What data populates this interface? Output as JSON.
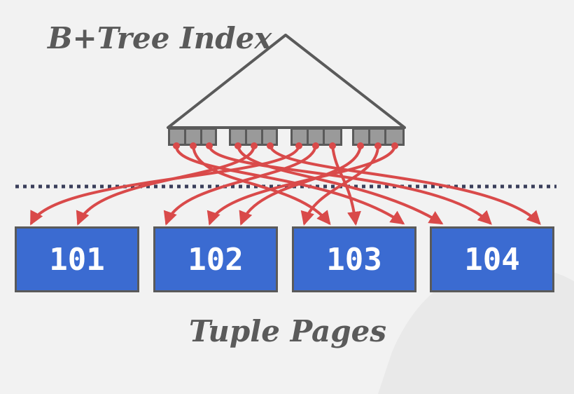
{
  "diagram": {
    "index_label": "B+Tree Index",
    "pages_label": "Tuple Pages",
    "pages": [
      {
        "label": "101"
      },
      {
        "label": "102"
      },
      {
        "label": "103"
      },
      {
        "label": "104"
      }
    ],
    "colors": {
      "page_fill": "#3b6bd1",
      "page_border": "#5a5a5a",
      "pointer": "#d94a4a",
      "divider": "#3a3f5a",
      "tree_fill": "#f2f2f2",
      "tree_outline": "#5a5a5a",
      "leaf_cell": "#9a9a9a",
      "background": "#f2f2f2"
    }
  }
}
